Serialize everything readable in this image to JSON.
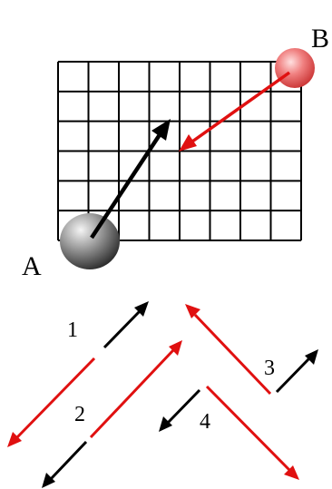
{
  "labels": {
    "point_a": "A",
    "point_b": "B",
    "arrow_1": "1",
    "arrow_2": "2",
    "arrow_3": "3",
    "arrow_4": "4"
  },
  "grid": {
    "columns": 8,
    "rows": 6
  },
  "colors": {
    "red_arrow": "#e01010",
    "black_arrow": "#000000",
    "ball_a": "#6e6e6e",
    "ball_b": "#e85050",
    "grid_line": "#000000"
  }
}
